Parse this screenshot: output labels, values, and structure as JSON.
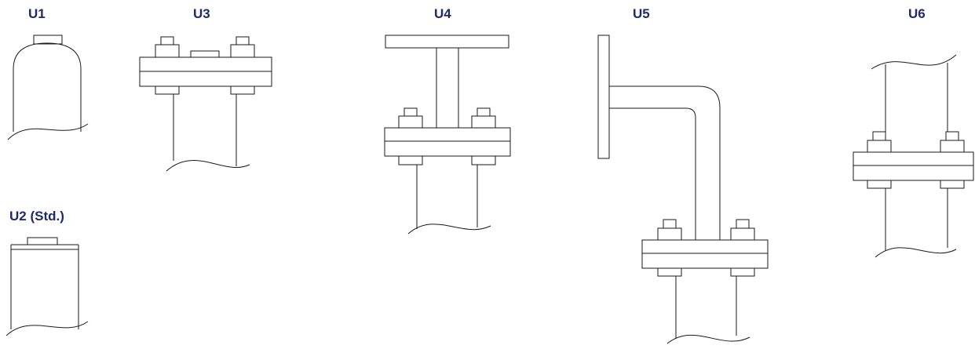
{
  "labels": {
    "u1": "U1",
    "u2": "U2 (Std.)",
    "u3": "U3",
    "u4": "U4",
    "u5": "U5",
    "u6": "U6"
  },
  "colors": {
    "label": "#1f2a6b",
    "line": "#1a1a1a",
    "background": "#ffffff"
  }
}
